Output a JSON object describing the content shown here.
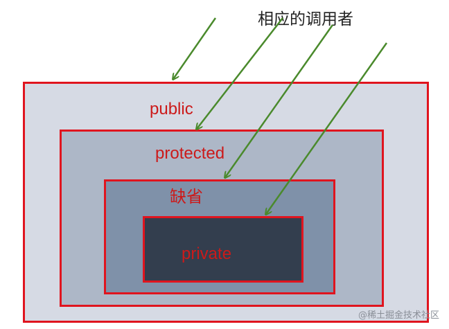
{
  "title": "相应的调用者",
  "levels": {
    "public": "public",
    "protected": "protected",
    "default": "缺省",
    "private": "private"
  },
  "watermark": "@稀土掘金技术社区",
  "colors": {
    "border": "#e0141e",
    "label": "#cc1a1a",
    "arrow": "#4a8a2c",
    "public_fill": "#d6dae4",
    "protected_fill": "#adb7c7",
    "default_fill": "#7f91a9",
    "private_fill": "#333e4e"
  }
}
